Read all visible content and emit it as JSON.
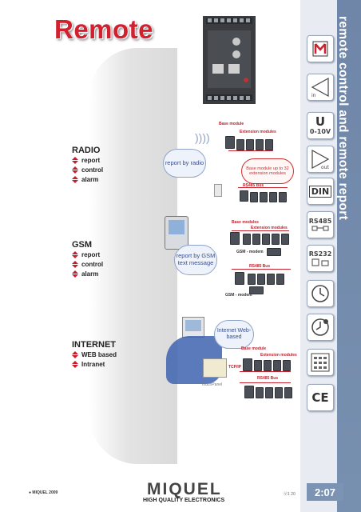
{
  "page": {
    "title": "Remote",
    "side_title": "remote control and remote report",
    "colors": {
      "accent_red": "#d2202f",
      "sidebar_blue": "#7890b0"
    }
  },
  "sections": [
    {
      "heading": "RADIO",
      "items": [
        "report",
        "control",
        "alarm"
      ]
    },
    {
      "heading": "GSM",
      "items": [
        "report",
        "control",
        "alarm"
      ]
    },
    {
      "heading": "INTERNET",
      "items": [
        "WEB based",
        "Intranet"
      ]
    }
  ],
  "diagrams": {
    "radio": {
      "cloud": "report by radio",
      "base": "Base module",
      "ext": "Extension modules",
      "note": "Base module up to 32 extension modules",
      "bus": "RS485 Bus"
    },
    "gsm": {
      "cloud": "report by GSM text message",
      "base": "Base modules",
      "ext": "Extension modules",
      "modem1": "GSM - modem",
      "bus": "RS485 Bus",
      "modem2": "GSM - modem"
    },
    "internet": {
      "cloud": "Internet Web-based",
      "base": "Base module",
      "ext": "Extension modules",
      "tcp": "TCP/IP",
      "touch": "TouchPanel",
      "bus": "RS485 Bus"
    }
  },
  "sidebar_icons": [
    {
      "name": "mh-logo-icon",
      "label": ""
    },
    {
      "name": "in-icon",
      "label": "in"
    },
    {
      "name": "u-voltage-icon",
      "label": "0-10V"
    },
    {
      "name": "out-icon",
      "label": "out"
    },
    {
      "name": "din-rail-icon",
      "label": "DIN"
    },
    {
      "name": "rs485-icon",
      "label": "RS485"
    },
    {
      "name": "rs232-icon",
      "label": "RS232"
    },
    {
      "name": "clock-icon",
      "label": ""
    },
    {
      "name": "weekly-clock-icon",
      "label": ""
    },
    {
      "name": "keypad-icon",
      "label": ""
    },
    {
      "name": "ce-mark-icon",
      "label": "CE"
    }
  ],
  "footer": {
    "copyright": "MIQUEL 2009",
    "logo": "MIQUEL",
    "tagline": "HIGH QUALITY ELECTRONICS",
    "ref": "Ⓥ1 20",
    "page": "2:07"
  }
}
